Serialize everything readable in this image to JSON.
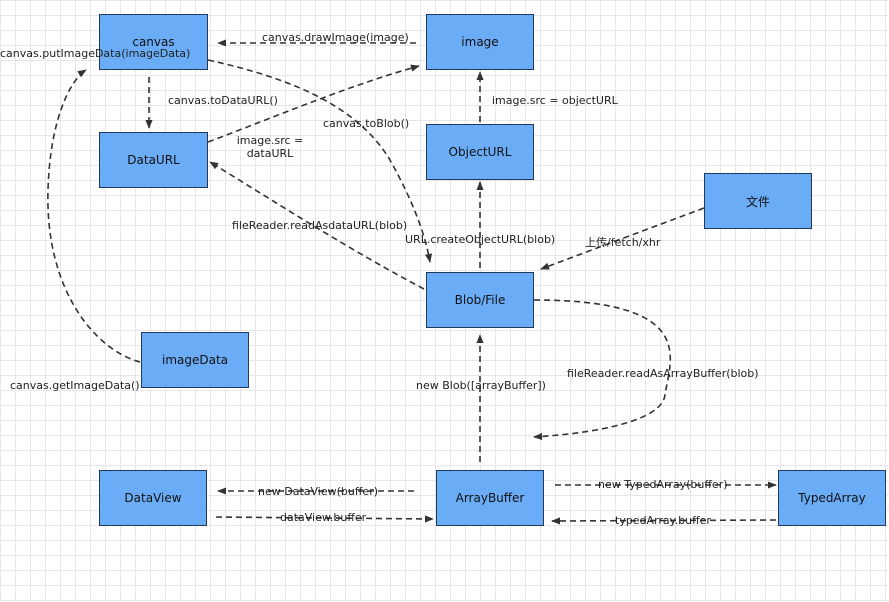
{
  "colors": {
    "node_fill": "#6aacf6",
    "node_border": "#1f3a5c",
    "edge": "#333333",
    "grid": "#e6e6e6"
  },
  "nodes": {
    "canvas": "canvas",
    "image": "image",
    "dataurl": "DataURL",
    "objecturl": "ObjectURL",
    "file": "文件",
    "blob": "Blob/File",
    "imagedata": "imageData",
    "dataview": "DataView",
    "arraybuffer": "ArrayBuffer",
    "typedarray": "TypedArray"
  },
  "edges": {
    "draw_image": "canvas.drawImage(image)",
    "put_image_data": "canvas.putImageData(imageData)",
    "to_data_url": "canvas.toDataURL()",
    "to_blob": "canvas.toBlob()",
    "image_src_object_url": "image.src = objectURL",
    "image_src_data_url": "image.src = dataURL",
    "read_as_data_url": "fileReader.readAsdataURL(blob)",
    "create_object_url": "URL.createObjectURL(blob)",
    "upload": "上传/fetch/xhr",
    "get_image_data": "canvas.getImageData()",
    "new_blob": "new Blob([arrayBuffer])",
    "read_as_array_buffer": "fileReader.readAsArrayBuffer(blob)",
    "new_data_view": "new DataView(buffer)",
    "data_view_buffer": "dataView.buffer",
    "new_typed_array": "new TypedArray(buffer)",
    "typed_array_buffer": "typedArray.buffer"
  }
}
